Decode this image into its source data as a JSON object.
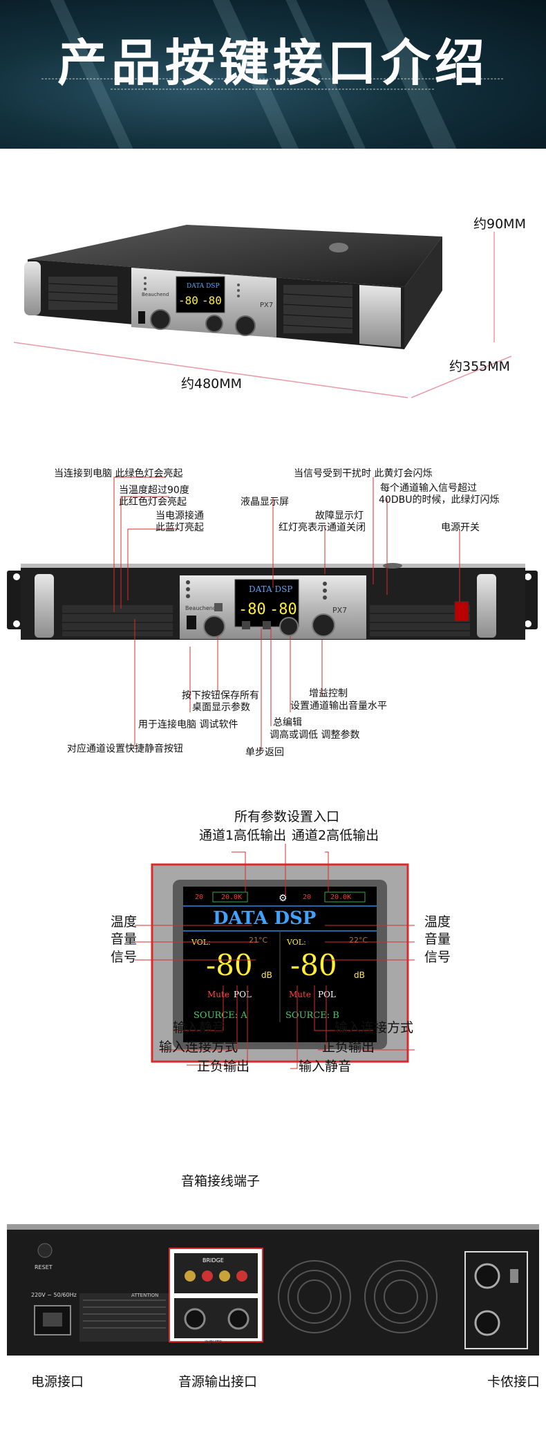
{
  "banner": {
    "title": "产品按键接口介绍"
  },
  "dimensions": {
    "height": "约90MM",
    "depth": "约355MM",
    "width": "约480MM"
  },
  "device": {
    "brand": "Beauchend",
    "model": "PX7",
    "screen_title": "DATA DSP",
    "level": "-80",
    "unit": "dB"
  },
  "front_panel": {
    "pc_led": "当连接到电脑 此绿色灯会亮起",
    "temp_led_1": "当温度超过90度",
    "temp_led_2": "此红色灯会亮起",
    "power_led_1": "当电源接通",
    "power_led_2": "此蓝灯亮起",
    "lcd": "液晶显示屏",
    "fault_led_1": "故障显示灯",
    "fault_led_2": "红灯亮表示通道关闭",
    "clip_led": "当信号受到干扰时 此黄灯会闪烁",
    "signal_led_1": "每个通道输入信号超过",
    "signal_led_2": "40DBU的时候，此绿灯闪烁",
    "power_switch": "电源开关",
    "save_button_1": "按下按钮保存所有",
    "save_button_2": "桌面显示参数",
    "usb": "用于连接电脑 调试软件",
    "mute_button": "对应通道设置快捷静音按钮",
    "back_button": "单步返回",
    "edit_knob_1": "总编辑",
    "edit_knob_2": "调高或调低  调整参数",
    "gain_knob_1": "增益控制",
    "gain_knob_2": "设置通道输出音量水平"
  },
  "display": {
    "settings": "所有参数设置入口",
    "ch1_hilo": "通道1高低输出",
    "ch2_hilo": "通道2高低输出",
    "temp_l": "温度",
    "temp_r": "温度",
    "vol_l": "音量",
    "vol_r": "音量",
    "sig_l": "信号",
    "sig_r": "信号",
    "mute_a": "输入静音",
    "conn_a": "输入连接方式",
    "pol_a": "正负输出",
    "conn_b": "输入连接方式",
    "pol_b": "正负输出",
    "mute_b": "输入静音",
    "screen": {
      "f1": "20",
      "f2": "20.0K",
      "f3": "20",
      "f4": "20.0K",
      "title": "DATA DSP",
      "vol_a": "VOL:",
      "vol_b": "VOL:",
      "temp_a": "21°C",
      "temp_b": "22°C",
      "level_a": "-80",
      "level_b": "-80",
      "unit_a": "dB",
      "unit_b": "dB",
      "mute_a": "Mute",
      "pol_a": "POL",
      "mute_b": "Mute",
      "pol_b": "POL",
      "src_a": "SOURCE:  A",
      "src_b": "SOURCE:  B"
    }
  },
  "rear_panel": {
    "terminal": "音箱接线端子",
    "power_in": "电源接口",
    "audio_out": "音源输出接口",
    "xlr_in": "卡侬接口",
    "reset": "RESET",
    "voltage": "220V ~ 50/60Hz",
    "bridge": "BRIDGE",
    "inputs": "INPUTS",
    "attention": "ATTENTION"
  }
}
